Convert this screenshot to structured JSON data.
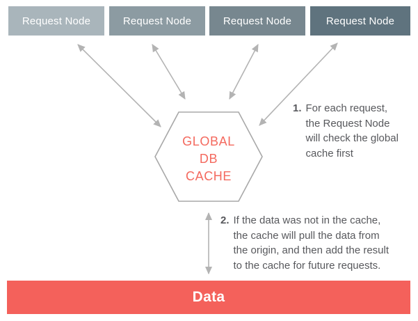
{
  "nodes": [
    {
      "label": "Request Node"
    },
    {
      "label": "Request Node"
    },
    {
      "label": "Request Node"
    },
    {
      "label": "Request Node"
    }
  ],
  "hexagon": {
    "lines": [
      "GLOBAL",
      "DB",
      "CACHE"
    ]
  },
  "annotations": [
    {
      "num": "1.",
      "lines": [
        "For each request,",
        "the Request Node",
        "will check the global",
        "cache first"
      ]
    },
    {
      "num": "2.",
      "lines": [
        "If the data was not in the cache,",
        "the cache will pull the data from",
        "the origin, and then add the result",
        "to the cache for future requests."
      ]
    }
  ],
  "data_bar": {
    "label": "Data"
  },
  "colors": {
    "node_fills": [
      "#a9b5bb",
      "#8c9ba2",
      "#77878f",
      "#5f737e"
    ],
    "coral": "#f4615b",
    "hex_text": "#f4695e",
    "arrow_gray": "#b3b3b3",
    "annotation_text": "#57585c"
  }
}
